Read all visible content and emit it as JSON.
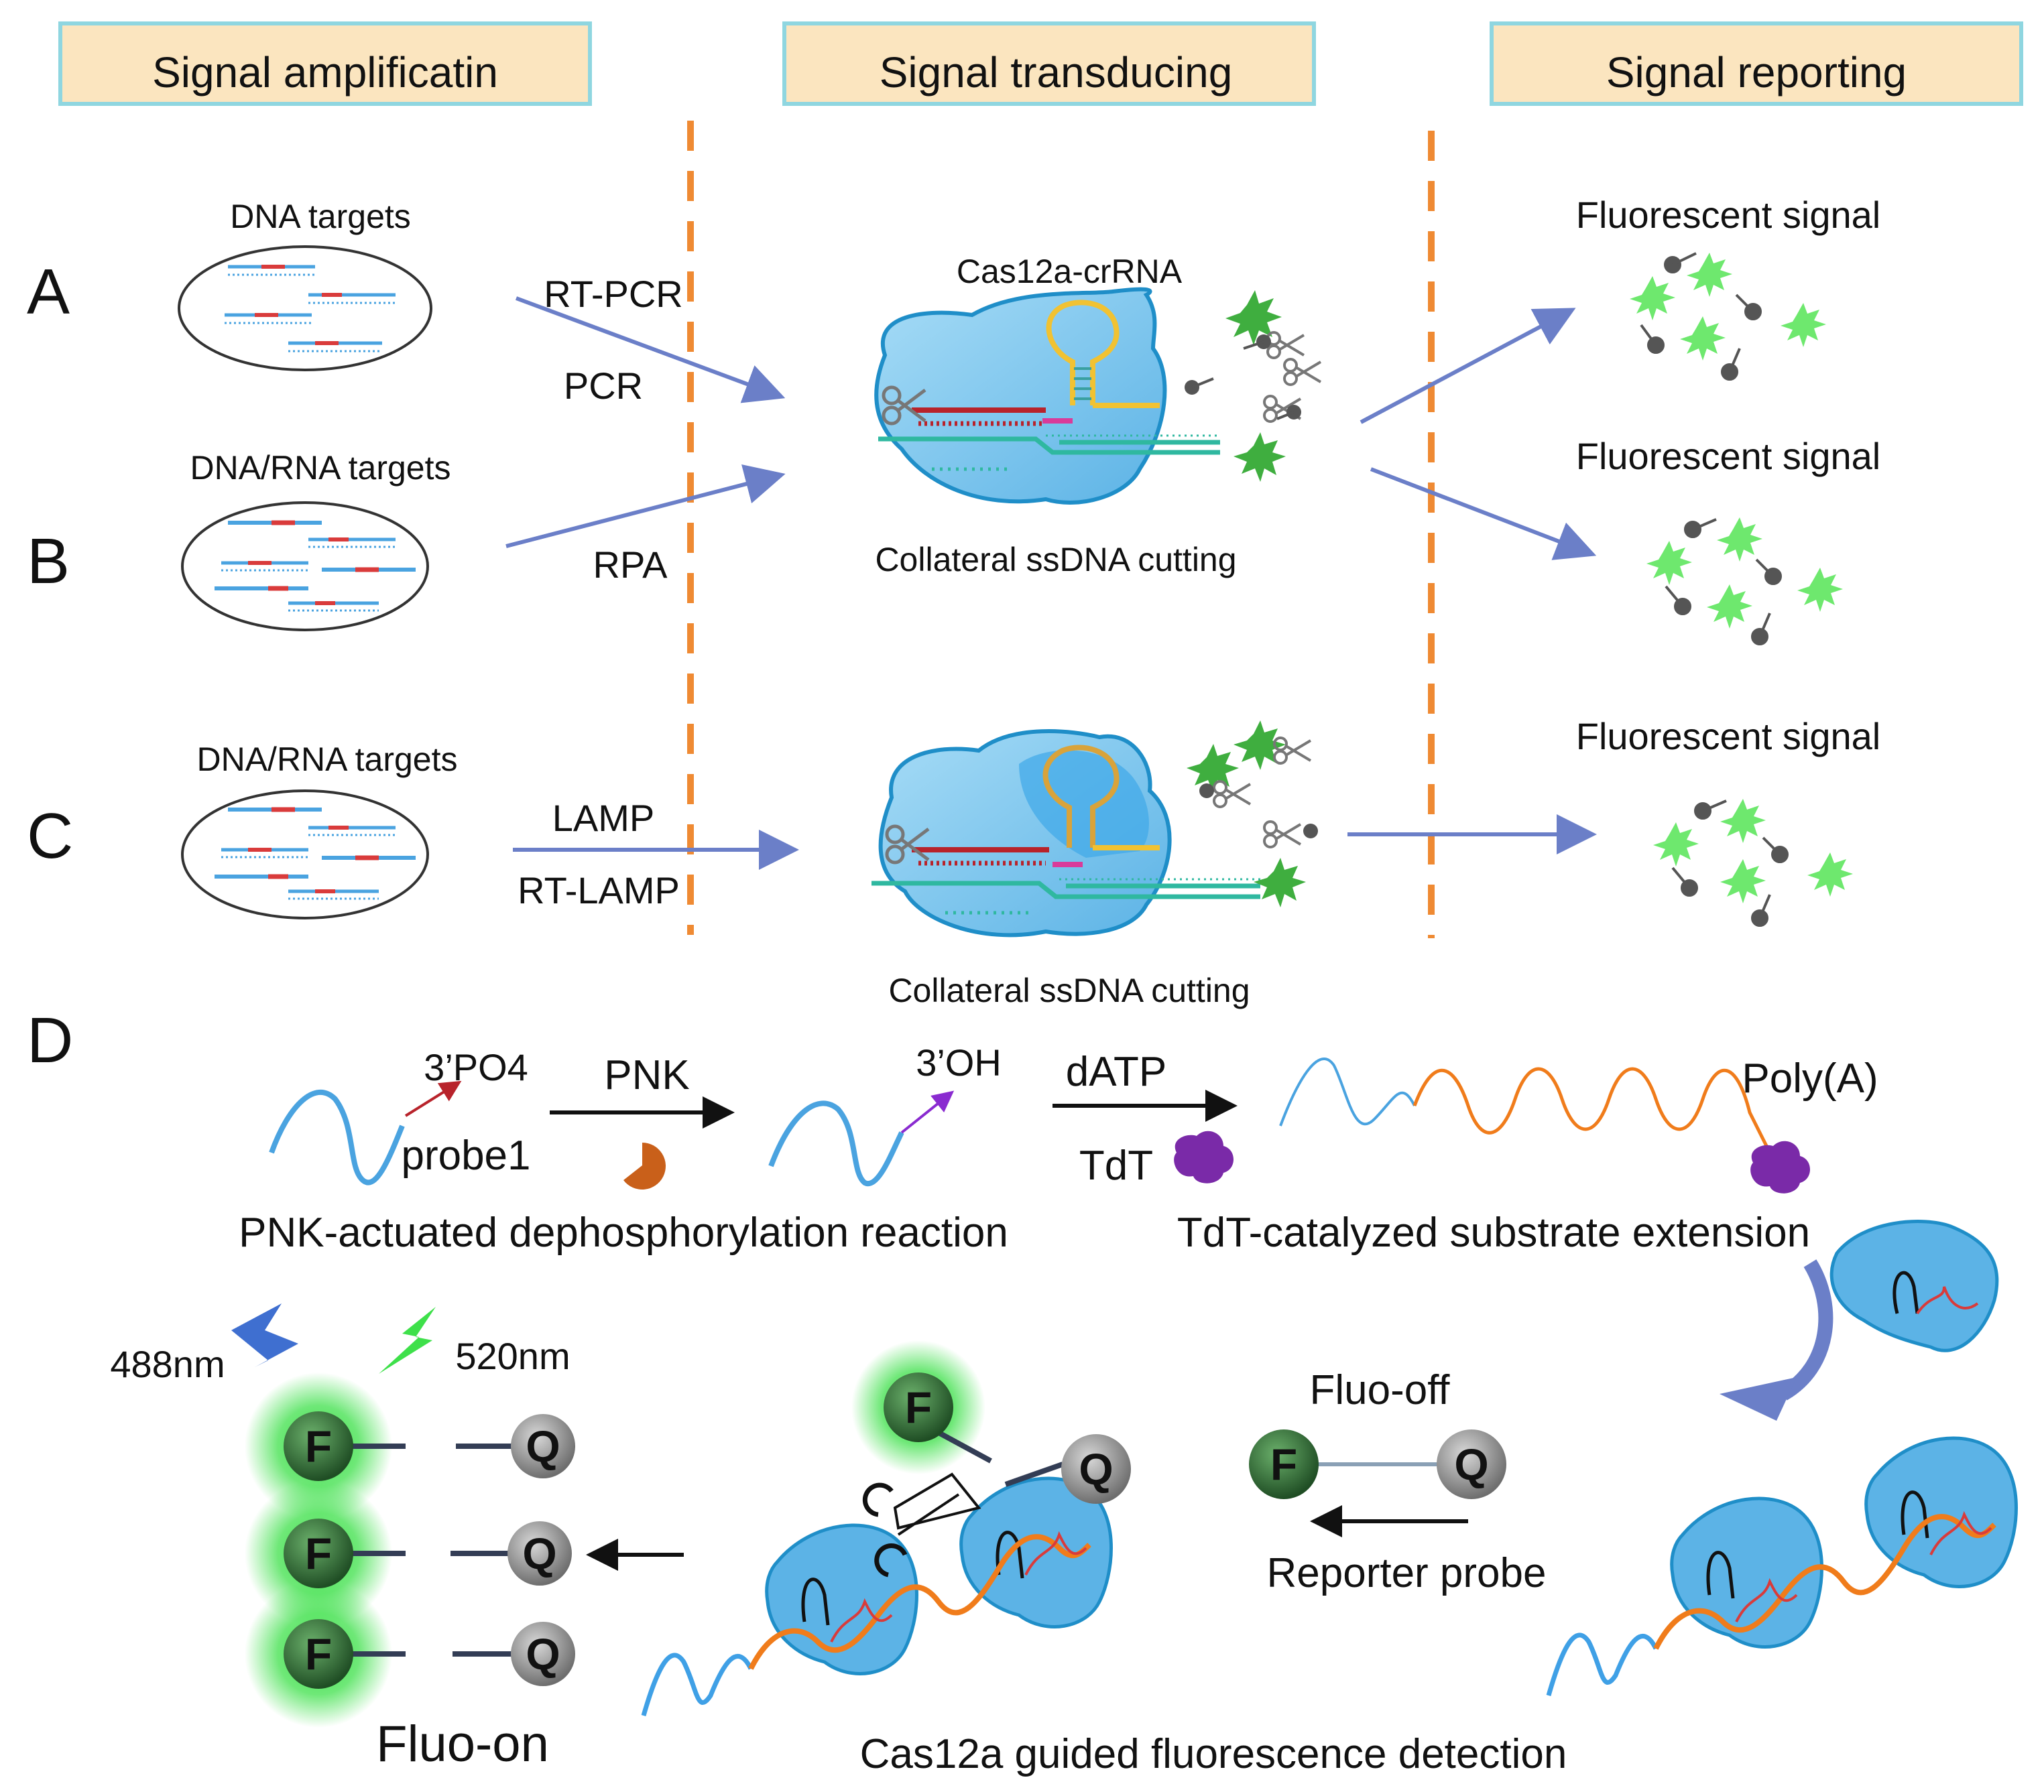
{
  "headers": {
    "amplification": "Signal amplificatin",
    "transducing": "Signal transducing",
    "reporting": "Signal reporting"
  },
  "rows": {
    "a": {
      "letter": "A",
      "targets": "DNA targets",
      "method_top": "RT-PCR",
      "method_bottom": "PCR",
      "signal": "Fluorescent signal"
    },
    "b": {
      "letter": "B",
      "targets": "DNA/RNA targets",
      "method": "RPA",
      "signal": "Fluorescent signal"
    },
    "c": {
      "letter": "C",
      "targets": "DNA/RNA targets",
      "method_top": "LAMP",
      "method_bottom": "RT-LAMP",
      "signal": "Fluorescent signal"
    }
  },
  "complex": {
    "name": "Cas12a-crRNA",
    "caption_top": "Collateral ssDNA cutting",
    "caption_bottom": "Collateral ssDNA cutting"
  },
  "panel_d": {
    "letter": "D",
    "phosphate": "3’PO4",
    "probe": "probe1",
    "pnk": "PNK",
    "hydroxyl": "3’OH",
    "datp": "dATP",
    "tdt": "TdT",
    "polya": "Poly(A)",
    "step1": "PNK-actuated dephosphorylation reaction",
    "step2": "TdT-catalyzed substrate extension",
    "excitation": "488nm",
    "emission": "520nm",
    "fluo_off": "Fluo-off",
    "reporter": "Reporter probe",
    "fluo_on": "Fluo-on",
    "detection": "Cas12a guided fluorescence detection",
    "fluor": "F",
    "quencher": "Q"
  },
  "colors": {
    "header_fill": "#fbe5bf",
    "header_edge": "#8fd6e0",
    "divider": "#ef8a33",
    "arrow_blue": "#6b7fc8",
    "protein": "#7ec8ef",
    "protein_edge": "#1f8ec8",
    "target_red": "#d93b3b",
    "target_dna": "#4aa3e0",
    "glow_green": "#3ee04a",
    "orange_strand": "#f07c1b",
    "blue_strand": "#3fa0e6",
    "enzyme_tdt": "#7a2aa8",
    "enzyme_pnk": "#c9601a"
  }
}
